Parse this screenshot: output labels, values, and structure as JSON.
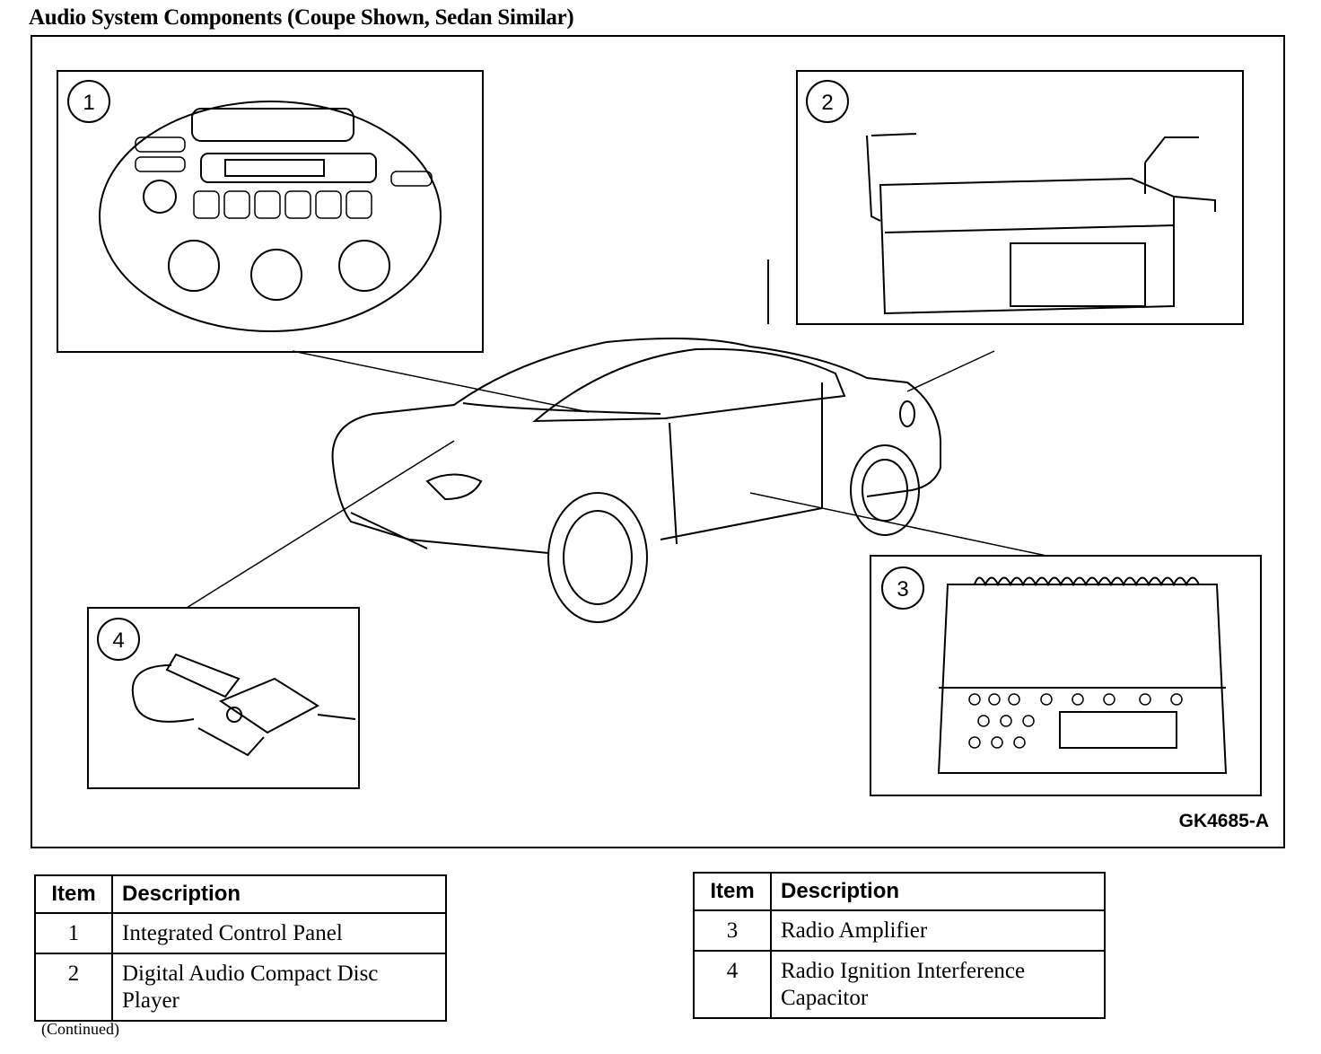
{
  "title": "Audio System Components (Coupe Shown, Sedan Similar)",
  "figure_code": "GK4685-A",
  "callouts": [
    "1",
    "2",
    "3",
    "4"
  ],
  "legend_left": {
    "header_item": "Item",
    "header_description": "Description",
    "rows": [
      {
        "item": "1",
        "description": "Integrated Control Panel"
      },
      {
        "item": "2",
        "description": "Digital Audio Compact Disc Player"
      }
    ]
  },
  "legend_right": {
    "header_item": "Item",
    "header_description": "Description",
    "rows": [
      {
        "item": "3",
        "description": "Radio Amplifier"
      },
      {
        "item": "4",
        "description": "Radio Ignition Interference Capacitor"
      }
    ]
  },
  "footnote": "(Continued)"
}
